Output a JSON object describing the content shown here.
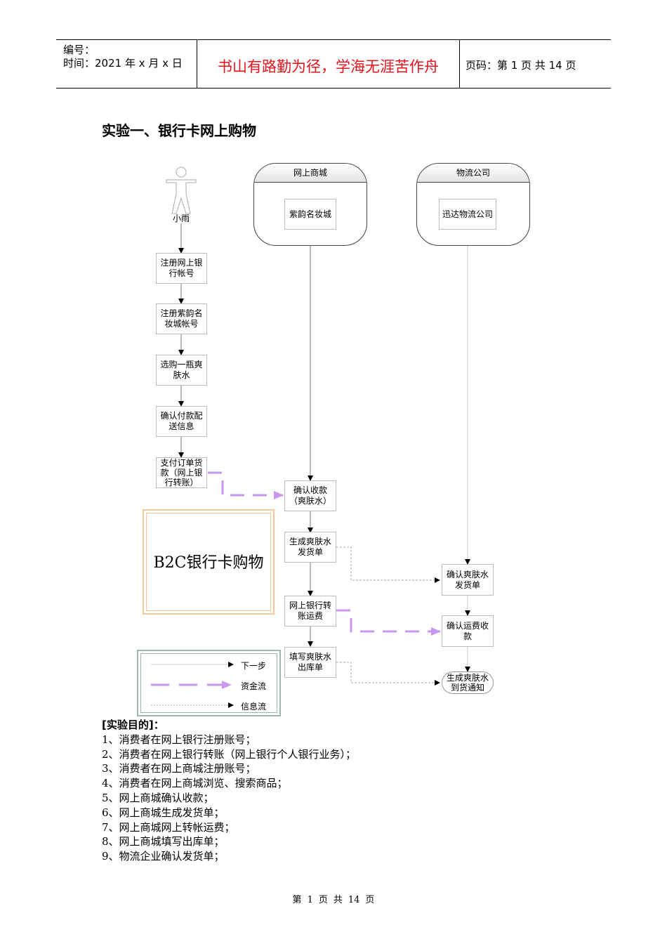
{
  "header": {
    "serial_label": "编号：",
    "date_label": "时间：2021 年 x 月 x 日",
    "motto": "书山有路勤为径，学海无涯苦作舟",
    "page_counter": "页码：第 1 页  共 14 页"
  },
  "title": "实验一、银行卡网上购物",
  "diagram": {
    "actor": "小雨",
    "lanes": {
      "mall": {
        "header": "网上商城",
        "entity": "紫韵名妆城"
      },
      "logistics": {
        "header": "物流公司",
        "entity": "迅达物流公司"
      }
    },
    "consumer_steps": [
      {
        "line1": "注册网上银",
        "line2": "行帐号"
      },
      {
        "line1": "注册紫韵名",
        "line2": "妆城帐号"
      },
      {
        "line1": "选购一瓶爽",
        "line2": "肤水"
      },
      {
        "line1": "确认付款配",
        "line2": "送信息"
      },
      {
        "line1": "支付订单货",
        "line2": "款（网上银",
        "line3": "行转账）"
      }
    ],
    "mall_steps": [
      {
        "line1": "确认收款",
        "line2": "（爽肤水）"
      },
      {
        "line1": "生成爽肤水",
        "line2": "发货单"
      },
      {
        "line1": "网上银行转",
        "line2": "账运费"
      },
      {
        "line1": "填写爽肤水",
        "line2": "出库单"
      }
    ],
    "logistics_steps": [
      {
        "line1": "确认爽肤水",
        "line2": "发货单"
      },
      {
        "line1": "确认运费收",
        "line2": "款"
      },
      {
        "line1": "生成爽肤水",
        "line2": "到货通知"
      }
    ],
    "banner": "B2C银行卡购物",
    "legend": {
      "next_step": "下一步",
      "money_flow": "资金流",
      "info_flow": "信息流"
    },
    "colors": {
      "money_flow": "#c996f0",
      "motto": "#e8121a",
      "banner_frame": "#f5c79a",
      "legend_frame": "#9fb8aa"
    }
  },
  "goals": {
    "heading": "[实验目的]：",
    "items": [
      "1、消费者在网上银行注册账号；",
      "2、消费者在网上银行转账（网上银行个人银行业务）；",
      "3、消费者在网上商城注册账号；",
      "4、消费者在网上商城浏览、搜索商品；",
      "5、网上商城确认收款；",
      "6、网上商城生成发货单；",
      "7、网上商城网上转帐运费；",
      "8、网上商城填写出库单；",
      "9、物流企业确认发货单；"
    ]
  },
  "footer": {
    "di": "第",
    "page": "1",
    "ye": "页",
    "gong": "共",
    "total": "14",
    "ye2": "页"
  }
}
